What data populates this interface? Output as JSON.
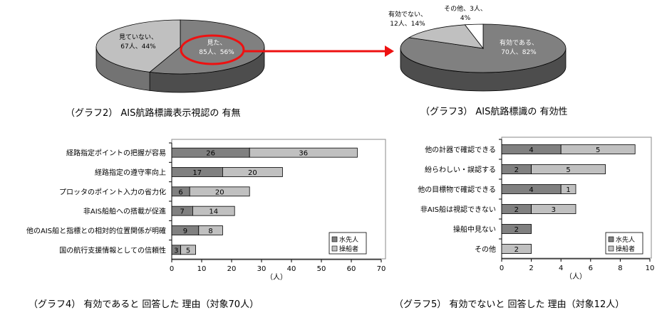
{
  "colors": {
    "dark": "#808080",
    "light": "#c0c0c0",
    "white": "#ffffff",
    "highlight": "#ee1111",
    "axis": "#000000"
  },
  "captions": {
    "graph2": "（グラフ2） AIS航路標識表示視認の 有無",
    "graph3": "（グラフ3） AIS航路標識の 有効性",
    "graph4": "（グラフ4） 有効であると 回答した 理由（対象70人）",
    "graph5": "（グラフ5） 有効でないと 回答した 理由（対象12人）"
  },
  "chart_data": [
    {
      "id": "graph2",
      "type": "pie",
      "slices": [
        {
          "label_lines": [
            "見た、",
            "85人、56%"
          ],
          "value": 85,
          "percent": 56,
          "color": "dark",
          "highlighted": true
        },
        {
          "label_lines": [
            "見ていない、",
            "67人、44%"
          ],
          "value": 67,
          "percent": 44,
          "color": "light",
          "highlighted": false
        }
      ]
    },
    {
      "id": "graph3",
      "type": "pie",
      "slices": [
        {
          "label_lines": [
            "有効である、",
            "70人、82%"
          ],
          "value": 70,
          "percent": 82,
          "color": "dark"
        },
        {
          "label_lines": [
            "有効でない、",
            "12人、14%"
          ],
          "value": 12,
          "percent": 14,
          "color": "light"
        },
        {
          "label_lines": [
            "その他、3人、",
            "4%"
          ],
          "value": 3,
          "percent": 4,
          "color": "white"
        }
      ]
    },
    {
      "id": "graph4",
      "type": "bar",
      "orientation": "horizontal",
      "stacked": true,
      "categories": [
        "経路指定ポイントの把握が容易",
        "経路指定の遵守率向上",
        "プロッタのポイント入力の省力化",
        "非AIS船舶への搭載が促進",
        "他のAIS船と指標との相対的位置関係が明確",
        "国の航行支援情報としての信頼性"
      ],
      "series": [
        {
          "name": "水先人",
          "color": "dark",
          "values": [
            26,
            17,
            6,
            7,
            9,
            3
          ]
        },
        {
          "name": "操船者",
          "color": "light",
          "values": [
            36,
            20,
            20,
            14,
            8,
            5
          ]
        }
      ],
      "xlim": [
        0,
        70
      ],
      "xticks": [
        0,
        10,
        20,
        30,
        40,
        50,
        60,
        70
      ],
      "xlabel": "（人）",
      "legend": "bottom-right"
    },
    {
      "id": "graph5",
      "type": "bar",
      "orientation": "horizontal",
      "stacked": true,
      "categories": [
        "他の計器で確認できる",
        "紛らわしい・誤認する",
        "他の目標物で確認できる",
        "非AIS船は視認できない",
        "操船中見ない",
        "その他"
      ],
      "series": [
        {
          "name": "水先人",
          "color": "dark",
          "values": [
            4,
            2,
            4,
            2,
            2,
            null
          ]
        },
        {
          "name": "操船者",
          "color": "light",
          "values": [
            5,
            5,
            1,
            3,
            null,
            2
          ]
        }
      ],
      "xlim": [
        0,
        10
      ],
      "xticks": [
        0,
        2,
        4,
        6,
        8,
        10
      ],
      "xlabel": "（人）",
      "legend": "bottom-right"
    }
  ]
}
